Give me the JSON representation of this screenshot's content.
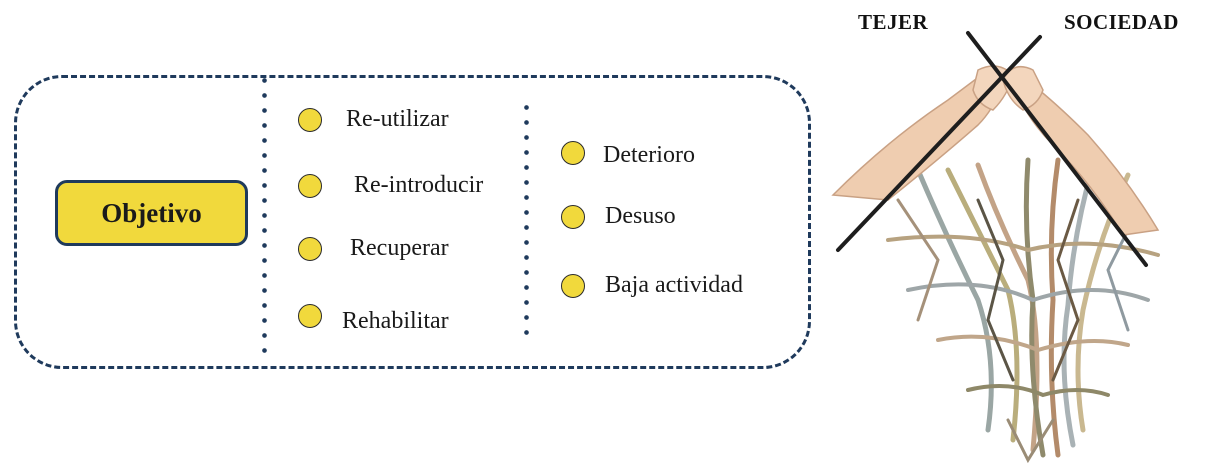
{
  "objetivo": {
    "label": "Objetivo"
  },
  "column1": [
    {
      "label": "Re-utilizar"
    },
    {
      "label": "Re-introducir"
    },
    {
      "label": "Recuperar"
    },
    {
      "label": "Rehabilitar"
    }
  ],
  "column2": [
    {
      "label": "Deterioro"
    },
    {
      "label": "Desuso"
    },
    {
      "label": "Baja actividad"
    }
  ],
  "illustration": {
    "left_title": "TEJER",
    "right_title": "SOCIEDAD",
    "description_icons": [
      "hands-icon",
      "knitting-needles-icon",
      "human-figures-net"
    ]
  },
  "colors": {
    "accent_yellow": "#f1d93c",
    "frame_blue": "#1f3a5c"
  }
}
